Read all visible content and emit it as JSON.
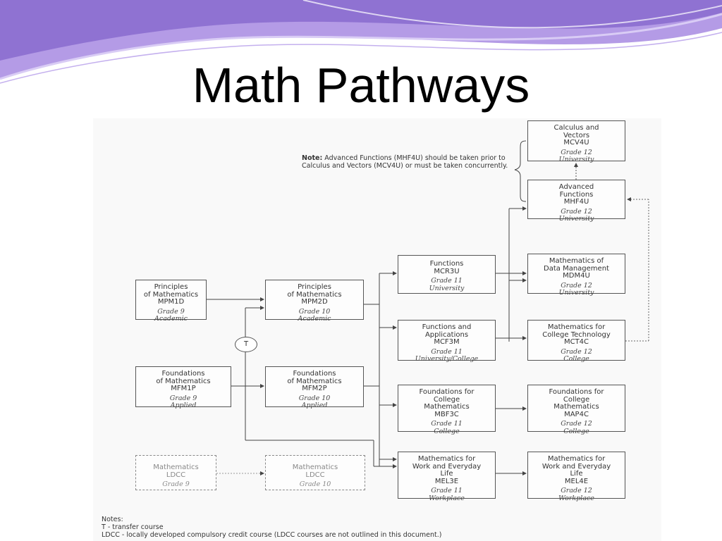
{
  "slide": {
    "title": "Math Pathways",
    "colors": {
      "accent": "#9b7fd6",
      "accent_light": "#c9b5ee",
      "background": "#ffffff"
    }
  },
  "note": {
    "label": "Note:",
    "text": "Advanced Functions (MHF4U) should be taken prior to Calculus and Vectors (MCV4U) or must be taken concurrently."
  },
  "courses": {
    "mpm1d": {
      "name": "Principles\nof Mathematics\nMPM1D",
      "grade": "Grade 9",
      "level": "Academic"
    },
    "mfm1p": {
      "name": "Foundations\nof Mathematics\nMFM1P",
      "grade": "Grade 9",
      "level": "Applied"
    },
    "ldcc9": {
      "name": "Mathematics\nLDCC",
      "grade": "Grade 9",
      "level": ""
    },
    "mpm2d": {
      "name": "Principles\nof Mathematics\nMPM2D",
      "grade": "Grade 10",
      "level": "Academic"
    },
    "mfm2p": {
      "name": "Foundations\nof Mathematics\nMFM2P",
      "grade": "Grade 10",
      "level": "Applied"
    },
    "ldcc10": {
      "name": "Mathematics\nLDCC",
      "grade": "Grade 10",
      "level": ""
    },
    "mcr3u": {
      "name": "Functions\nMCR3U",
      "grade": "Grade 11",
      "level": "University"
    },
    "mcf3m": {
      "name": "Functions and\nApplications\nMCF3M",
      "grade": "Grade 11",
      "level": "University/College"
    },
    "mbf3c": {
      "name": "Foundations for\nCollege\nMathematics\nMBF3C",
      "grade": "Grade 11",
      "level": "College"
    },
    "mel3e": {
      "name": "Mathematics for\nWork and Everyday\nLife\nMEL3E",
      "grade": "Grade 11",
      "level": "Workplace"
    },
    "mcv4u": {
      "name": "Calculus and\nVectors\nMCV4U",
      "grade": "Grade 12",
      "level": "University"
    },
    "mhf4u": {
      "name": "Advanced\nFunctions\nMHF4U",
      "grade": "Grade 12",
      "level": "University"
    },
    "mdm4u": {
      "name": "Mathematics of\nData Management\nMDM4U",
      "grade": "Grade 12",
      "level": "University"
    },
    "mct4c": {
      "name": "Mathematics for\nCollege Technology\nMCT4C",
      "grade": "Grade 12",
      "level": "College"
    },
    "map4c": {
      "name": "Foundations for\nCollege\nMathematics\nMAP4C",
      "grade": "Grade 12",
      "level": "College"
    },
    "mel4e": {
      "name": "Mathematics for\nWork and Everyday\nLife\nMEL4E",
      "grade": "Grade 12",
      "level": "Workplace"
    }
  },
  "transfer_marker": "T",
  "footnotes": {
    "heading": "Notes:",
    "line1": "T - transfer course",
    "line2": "LDCC - locally developed compulsory credit course (LDCC courses are not outlined in this document.)"
  }
}
